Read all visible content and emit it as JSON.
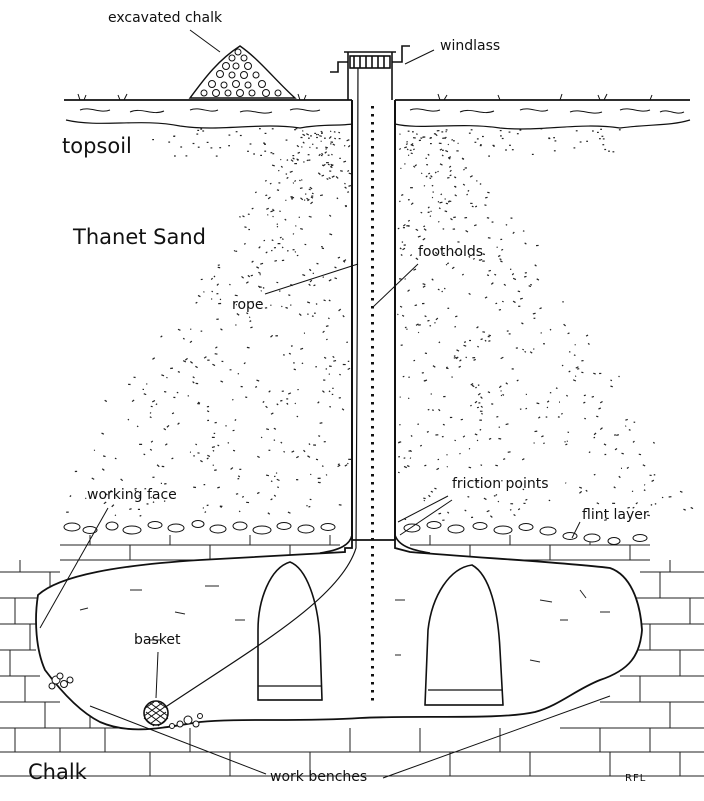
{
  "diagram": {
    "labels": {
      "excavated_chalk": "excavated chalk",
      "windlass": "windlass",
      "topsoil": "topsoil",
      "thanet_sand": "Thanet Sand",
      "footholds": "footholds",
      "rope": "rope",
      "friction_points": "friction points",
      "working_face": "working face",
      "flint_layer": "flint layer",
      "basket": "basket",
      "chalk": "Chalk",
      "work_benches": "work benches",
      "signature": "RFL"
    },
    "colors": {
      "ink": "#111111",
      "paper": "#ffffff"
    }
  }
}
